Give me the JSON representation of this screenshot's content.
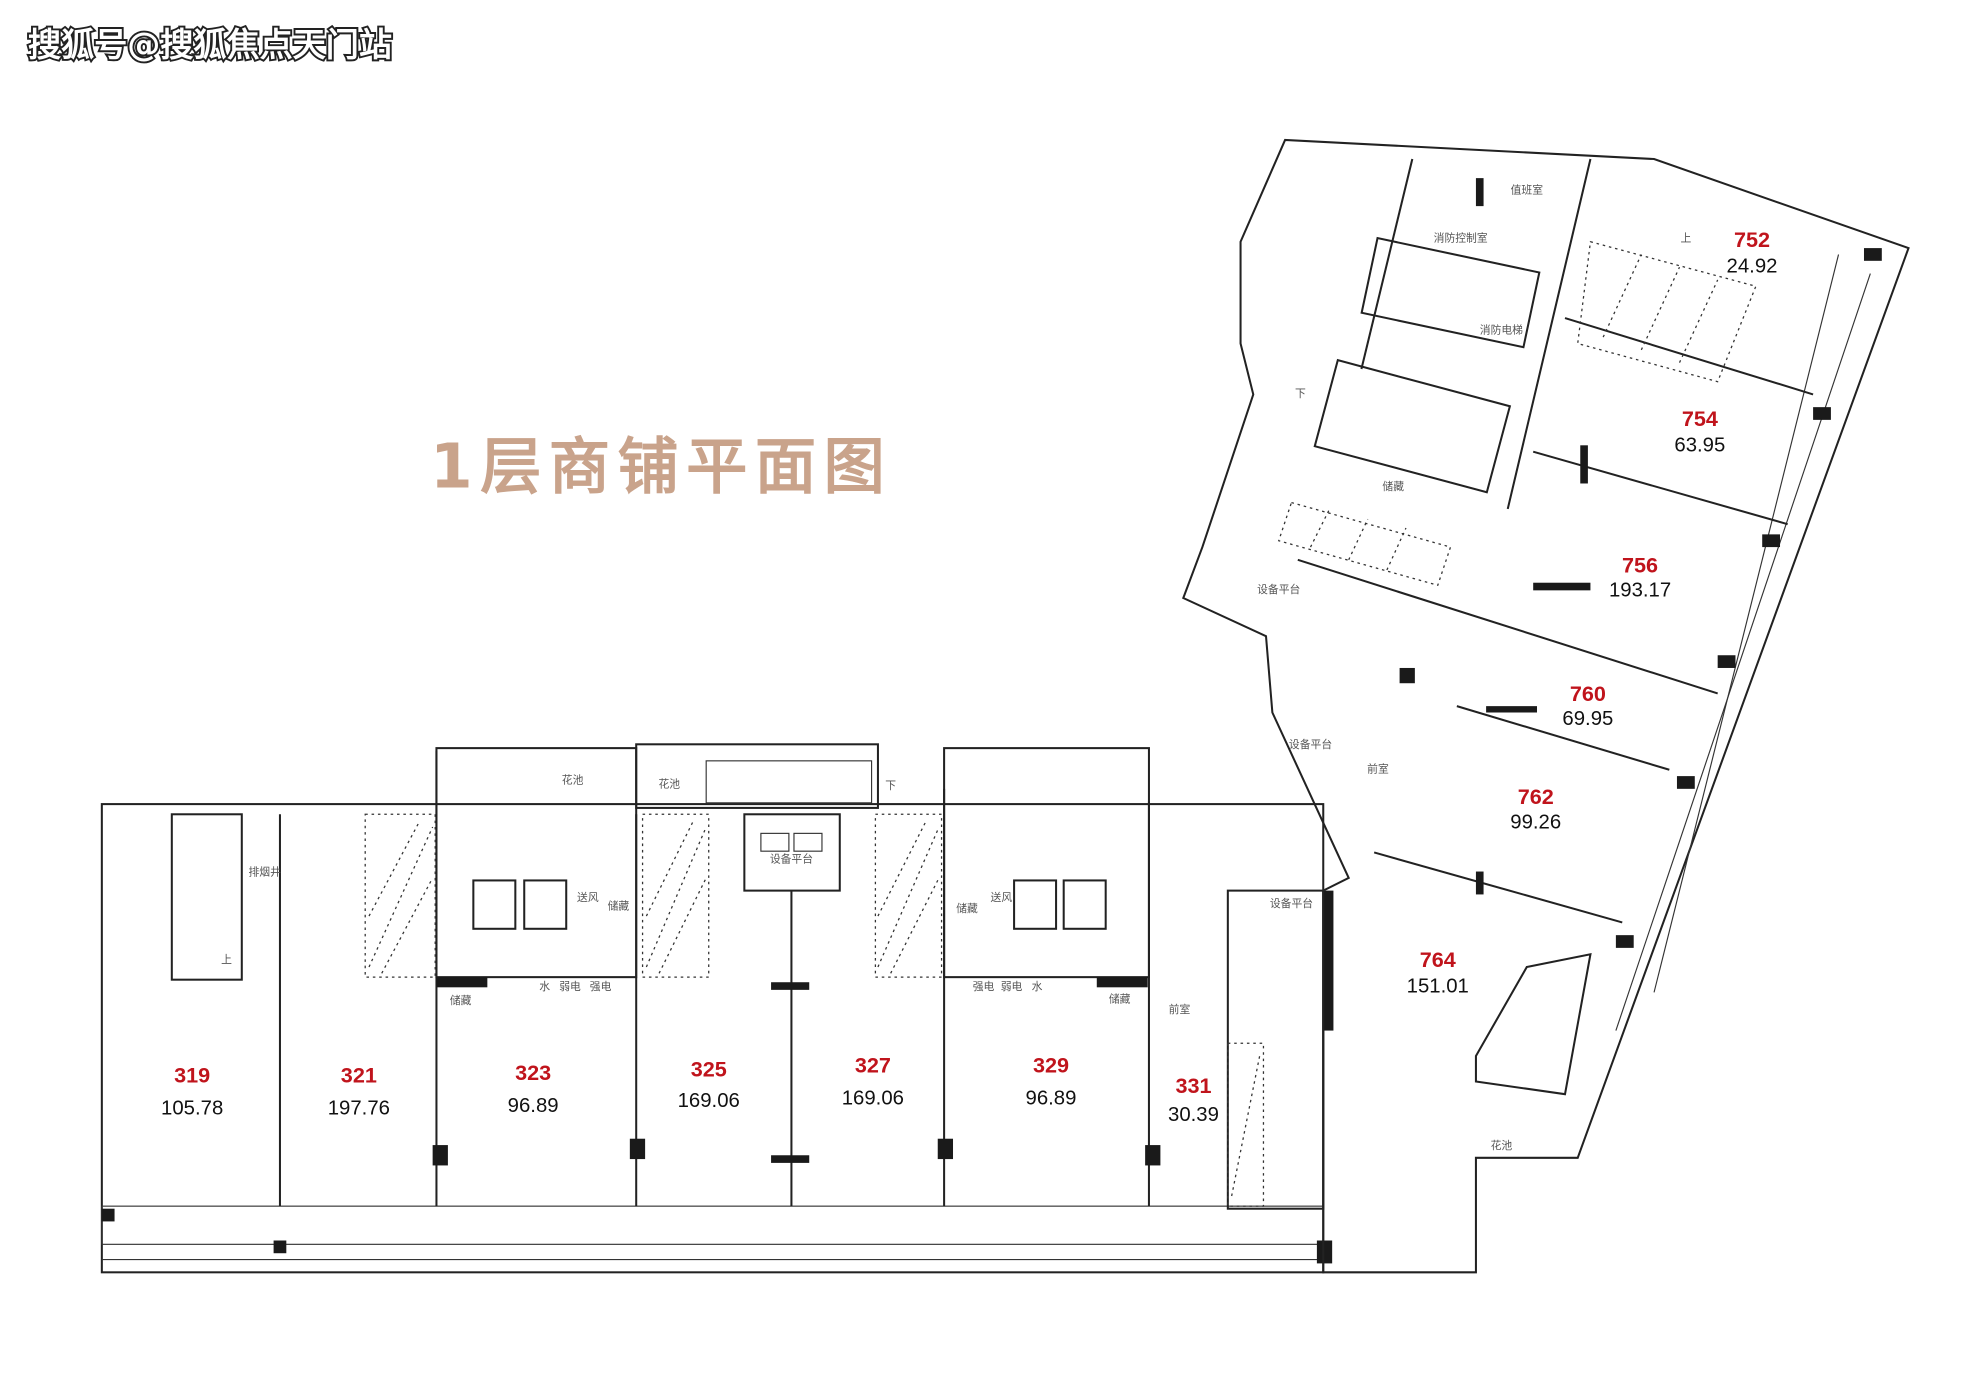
{
  "watermark": "搜狐号@搜狐焦点天门站",
  "title": "1层商铺平面图",
  "colors": {
    "title": "#c9a38b",
    "unit_number": "#c0141c",
    "wall": "#222222"
  },
  "units": [
    {
      "id": "319",
      "area": "105.78"
    },
    {
      "id": "321",
      "area": "197.76"
    },
    {
      "id": "323",
      "area": "96.89"
    },
    {
      "id": "325",
      "area": "169.06"
    },
    {
      "id": "327",
      "area": "169.06"
    },
    {
      "id": "329",
      "area": "96.89"
    },
    {
      "id": "331",
      "area": "30.39"
    },
    {
      "id": "764",
      "area": "151.01"
    },
    {
      "id": "762",
      "area": "99.26"
    },
    {
      "id": "760",
      "area": "69.95"
    },
    {
      "id": "756",
      "area": "193.17"
    },
    {
      "id": "754",
      "area": "63.95"
    },
    {
      "id": "752",
      "area": "24.92"
    }
  ],
  "rooms": {
    "duty": "值班室",
    "fire_control": "消防控制室",
    "fire_elevator": "消防电梯",
    "air_supply": "送风",
    "strong_elec": "强电",
    "weak_elec": "弱电",
    "water": "水",
    "storage": "储藏",
    "equipment": "设备平台",
    "planter": "花池",
    "anteroom": "前室",
    "smoke_shaft": "排烟井",
    "up": "上",
    "down": "下"
  }
}
